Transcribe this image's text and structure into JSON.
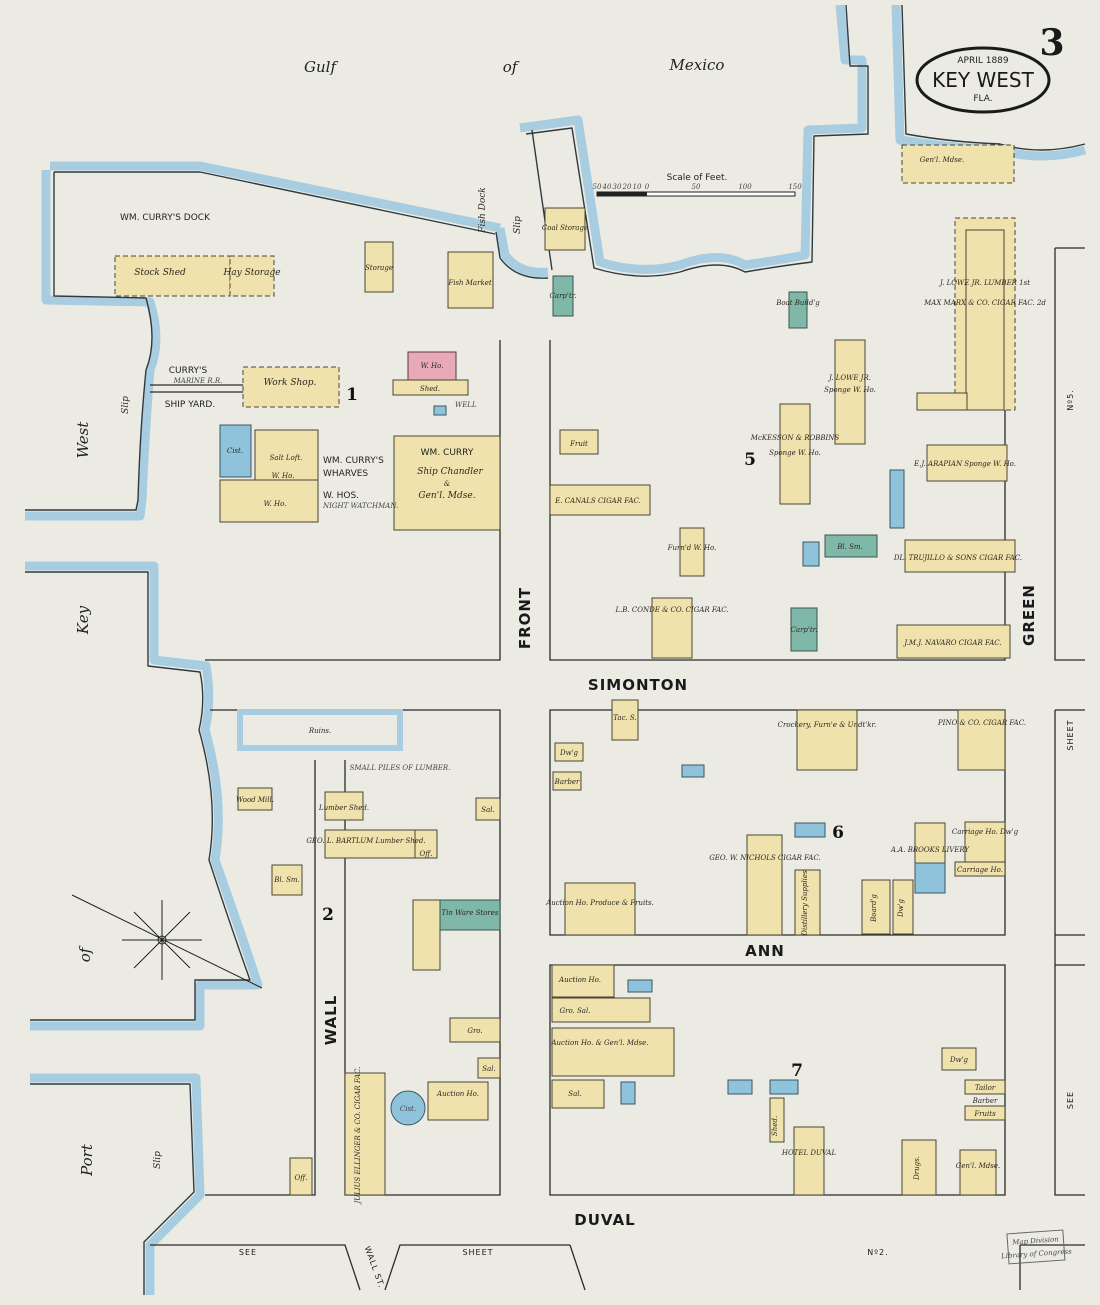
{
  "title_block": {
    "date": "APRIL 1889",
    "city": "KEY WEST",
    "state": "FLA."
  },
  "sheet_number": "3",
  "water": {
    "gulf": [
      "Gulf",
      "of",
      "Mexico"
    ],
    "key_west_harbor": [
      "West",
      "Key",
      "of",
      "Port"
    ],
    "west_slip": "Slip",
    "port_slip": "Slip",
    "fish_dock": "Fish Dock",
    "slip": "Slip"
  },
  "scale": {
    "label": "Scale of Feet.",
    "ticks": [
      "50",
      "40",
      "30",
      "20",
      "10",
      "0",
      "50",
      "100",
      "150"
    ]
  },
  "streets": {
    "front": "FRONT",
    "simonton": "SIMONTON",
    "ann": "ANN",
    "duval": "DUVAL",
    "green": "GREEN",
    "wall": "WALL",
    "wall_st": "WALL ST.",
    "see_sheet_left": "SEE",
    "see_sheet_mid": "SHEET",
    "see_sheet_no": "Nº2.",
    "right_sheet": "SHEET",
    "right_see": "SEE",
    "right_no": "Nº5."
  },
  "blocks": [
    "1",
    "2",
    "5",
    "6",
    "7"
  ],
  "labels": {
    "curry_dock": "WM. CURRY'S DOCK",
    "curry_ship_yard_1": "CURRY'S",
    "curry_ship_yard_2": "SHIP YARD.",
    "marine_rr": "MARINE R.R.",
    "wharves_1": "WM. CURRY'S",
    "wharves_2": "WHARVES",
    "wharves_3": "W. HOS.",
    "night_watchman": "NIGHT WATCHMAN.",
    "well": "WELL",
    "ruins": "Ruins.",
    "small_piles": "SMALL PILES OF LUMBER."
  },
  "buildings": [
    {
      "label": "Stock Shed"
    },
    {
      "label": "Hay Storage"
    },
    {
      "label": "Storage"
    },
    {
      "label": "Fish Market"
    },
    {
      "label": "Work Shop."
    },
    {
      "label": "W. Ho."
    },
    {
      "label": "Shed."
    },
    {
      "label": "Cist."
    },
    {
      "label": "Salt Loft."
    },
    {
      "label": "W. Ho."
    },
    {
      "label": "W. Ho."
    },
    {
      "label": "WM. CURRY"
    },
    {
      "label": "Ship Chandler"
    },
    {
      "label": "&"
    },
    {
      "label": "Gen'l. Mdse."
    },
    {
      "label": "Coal Storage"
    },
    {
      "label": "Carp'tr."
    },
    {
      "label": "Boat Build'g"
    },
    {
      "label": "Fruit"
    },
    {
      "label": "E. CANALS CIGAR FAC."
    },
    {
      "label": "Furn'd W. Ho."
    },
    {
      "label": "L.B. CONDE & CO. CIGAR FAC."
    },
    {
      "label": "J. LOWE JR."
    },
    {
      "label": "Sponge W. Ho."
    },
    {
      "label": "McKESSON & ROBBINS"
    },
    {
      "label": "Sponge W. Ho."
    },
    {
      "label": "J. LOWE JR. LUMBER 1st"
    },
    {
      "label": "MAX MARX & CO. CIGAR FAC. 2d"
    },
    {
      "label": "E.J. ARAPIAN Sponge W. Ho."
    },
    {
      "label": "DL. TRUJILLO & SONS CIGAR FAC."
    },
    {
      "label": "J.M.J. NAVARO CIGAR FAC."
    },
    {
      "label": "Gen'l. Mdse."
    },
    {
      "label": "Bl. Sm."
    },
    {
      "label": "Carp'tr."
    },
    {
      "label": "Crockery, Furn'e & Undt'kr."
    },
    {
      "label": "PINO & CO. CIGAR FAC."
    },
    {
      "label": "GEO. W. NICHOLS CIGAR FAC."
    },
    {
      "label": "A.A. BROOKS LIVERY"
    },
    {
      "label": "Carriage Ho. Dw'g"
    },
    {
      "label": "Carriage Ho."
    },
    {
      "label": "Auction Ho. Produce & Fruits."
    },
    {
      "label": "Tac. S."
    },
    {
      "label": "Dw'g"
    },
    {
      "label": "Barber"
    },
    {
      "label": "Wood Mill."
    },
    {
      "label": "Lumber Shed."
    },
    {
      "label": "GEO. L. BARTLUM Lumber Shed."
    },
    {
      "label": "Off."
    },
    {
      "label": "Bl. Sm."
    },
    {
      "label": "Tin Ware Stores"
    },
    {
      "label": "Sal."
    },
    {
      "label": "Auction Ho."
    },
    {
      "label": "Gro. Sal."
    },
    {
      "label": "Auction Ho. & Gen'l. Mdse."
    },
    {
      "label": "Sal."
    },
    {
      "label": "HOTEL DUVAL"
    },
    {
      "label": "Shed."
    },
    {
      "label": "Dw'g"
    },
    {
      "label": "Gen'l. Mdse."
    },
    {
      "label": "JULIUS ELLINGER & CO. CIGAR FAC."
    },
    {
      "label": "Auction Ho."
    },
    {
      "label": "Gro."
    },
    {
      "label": "Sal."
    },
    {
      "label": "Cist."
    },
    {
      "label": "Off."
    },
    {
      "label": "Tailor"
    },
    {
      "label": "Fruits"
    },
    {
      "label": "Barber"
    },
    {
      "label": "Board'g"
    },
    {
      "label": "Dw'g"
    },
    {
      "label": "Distillery Supplies"
    },
    {
      "label": "Drugs."
    }
  ],
  "stamp": {
    "line1": "Map Division",
    "line2": "Library of Congress"
  },
  "colors": {
    "paper": "#ecebe3",
    "water": "#a8cde0",
    "frame": "#efe2ad",
    "stone": "#8fc3dc",
    "brick": "#e8aab8",
    "iron": "#7fb7a8"
  }
}
